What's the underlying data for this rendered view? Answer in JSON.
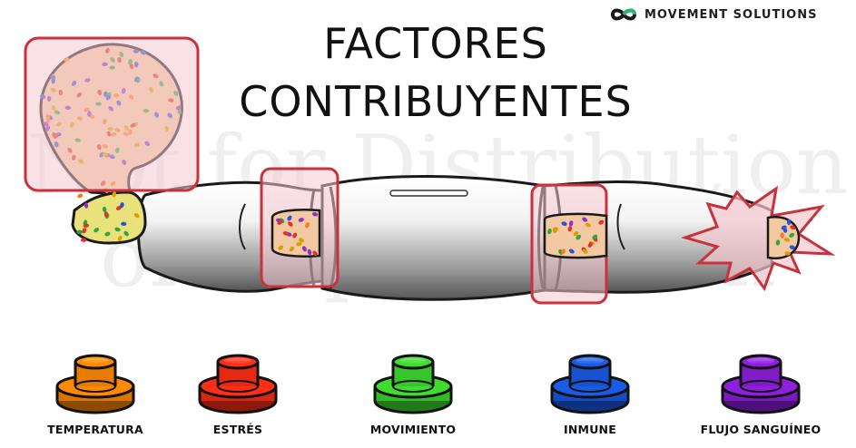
{
  "brand": {
    "name": "MOVEMENT SOLUTIONS",
    "logo_icon": "infinity-logo-icon",
    "logo_color": "#1a1a1a"
  },
  "title": {
    "line1": "FACTORES",
    "line2": "CONTRIBUYENTES"
  },
  "watermark": {
    "line1": "Not for Distribution",
    "line2": "or Reproduction"
  },
  "factors": [
    {
      "label": "TEMPERATURA",
      "color": "#ff8a00",
      "icon": "orange-button-icon"
    },
    {
      "label": "ESTRÉS",
      "color": "#ff2e14",
      "icon": "red-button-icon"
    },
    {
      "label": "MOVIMIENTO",
      "color": "#3ddc2f",
      "icon": "green-button-icon"
    },
    {
      "label": "INMUNE",
      "color": "#1a5be8",
      "icon": "blue-button-icon"
    },
    {
      "label": "FLUJO SANGUÍNEO",
      "color": "#8e1ee0",
      "icon": "purple-button-icon"
    }
  ],
  "colors": {
    "highlight_box": "#c8323c",
    "highlight_fill": "#f4c8cf",
    "tissue_fill": "#f2c9a3",
    "nerve_fill": "#e9e9e9"
  }
}
